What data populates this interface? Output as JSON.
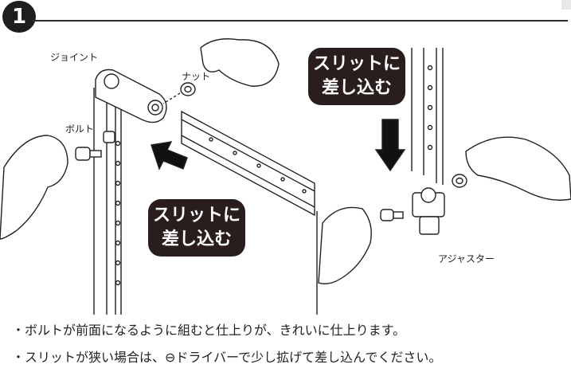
{
  "step_number": "1",
  "callout_left": {
    "line1": "スリットに",
    "line2": "差し込む"
  },
  "callout_right": {
    "line1": "スリットに",
    "line2": "差し込む"
  },
  "labels": {
    "joint": "ジョイント",
    "nut": "ナット",
    "bolt": "ボルト",
    "adjuster": "アジャスター"
  },
  "notes": [
    "・ボルトが前面になるように組むと仕上りが、きれいに仕上ります。",
    "・スリットが狭い場合は、⊖ドライバーで少し拡げて差し込んでください。"
  ],
  "colors": {
    "callout_bg": "#2a1d1d",
    "badge_bg": "#1e1e1e",
    "line": "#222222"
  }
}
